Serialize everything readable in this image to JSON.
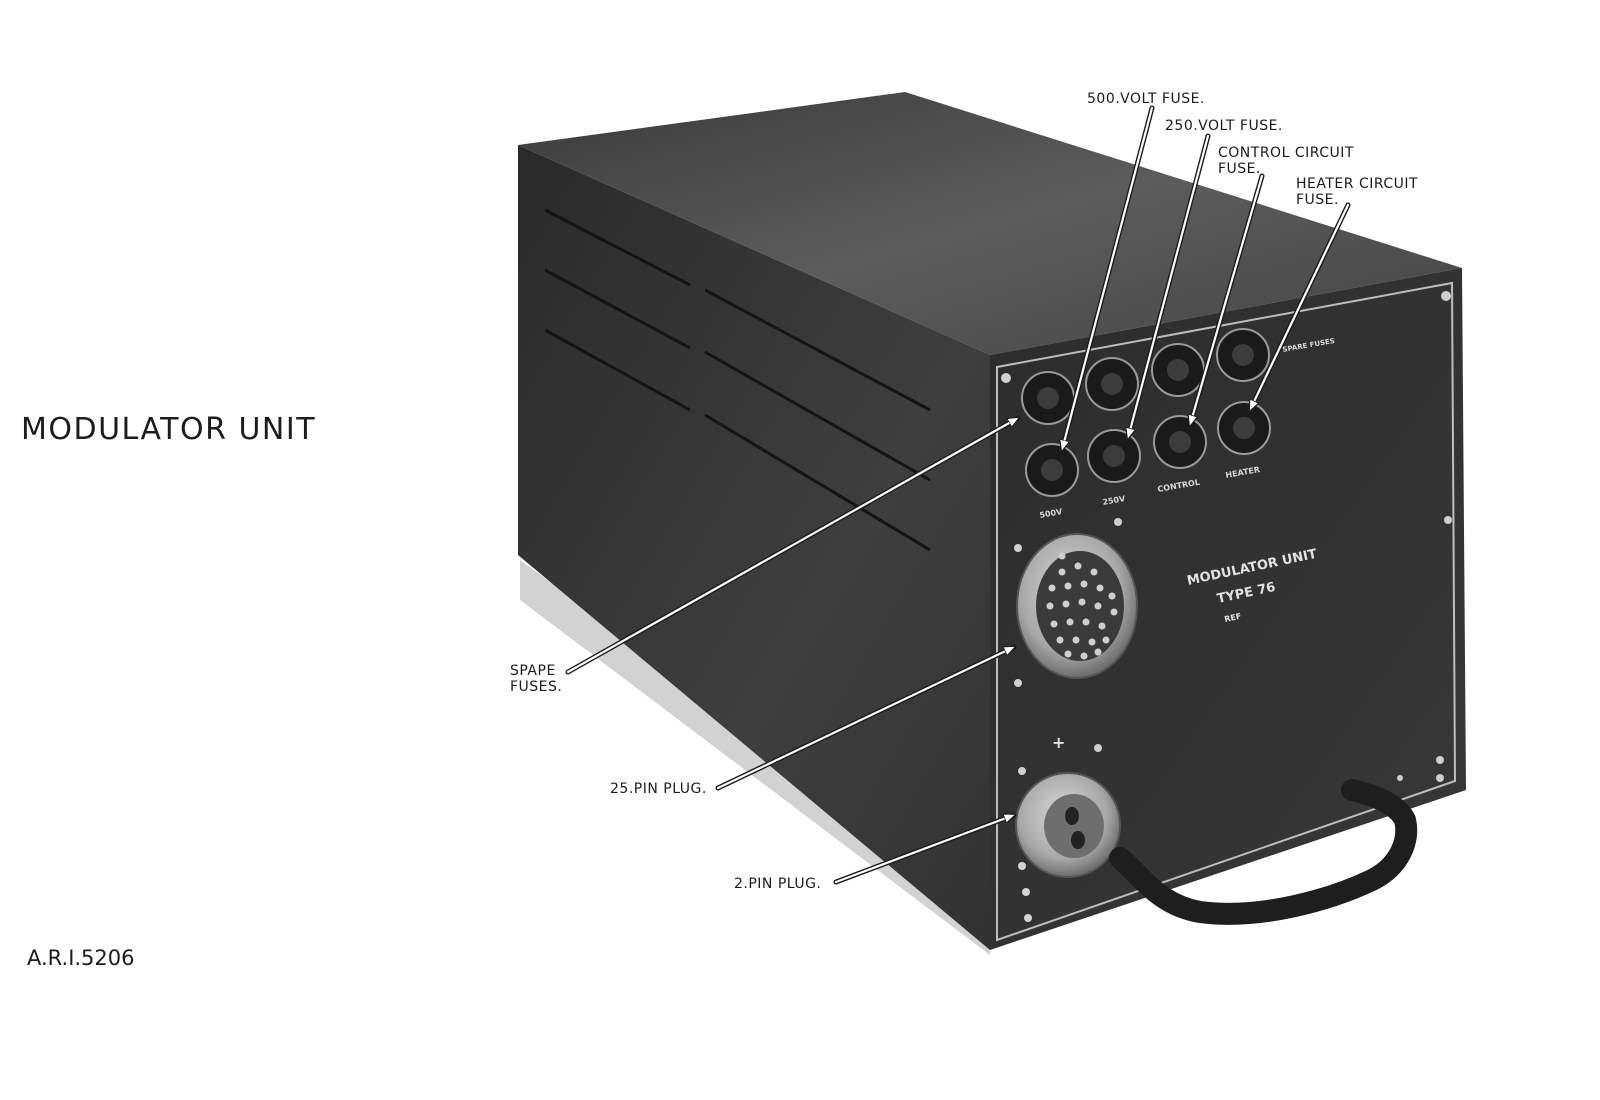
{
  "document": {
    "title": "MODULATOR UNIT",
    "reference": "A.R.I.5206"
  },
  "figure": {
    "panel_markings": {
      "name": "MODULATOR UNIT",
      "type": "TYPE 76",
      "maker": "REF",
      "polarity_sign": "+",
      "fuse_labels": [
        "500V",
        "250V",
        "CONTROL",
        "HEATER"
      ],
      "spare_label": "SPARE FUSES"
    },
    "callouts": {
      "fuse_500v": "500.VOLT FUSE.",
      "fuse_250v": "250.VOLT FUSE.",
      "control_fuse": "CONTROL CIRCUIT\nFUSE.",
      "heater_fuse": "HEATER CIRCUIT\nFUSE.",
      "spare_fuses": "SPAPE\nFUSES.",
      "plug_25pin": "25.PIN PLUG.",
      "plug_2pin": "2.PIN PLUG."
    }
  },
  "colors": {
    "ink": "#1c1c1c",
    "panel": "#2f2f2f",
    "top": "#4e4e4e",
    "side": "#3a3a3a",
    "connector": "#b9b9b9"
  }
}
